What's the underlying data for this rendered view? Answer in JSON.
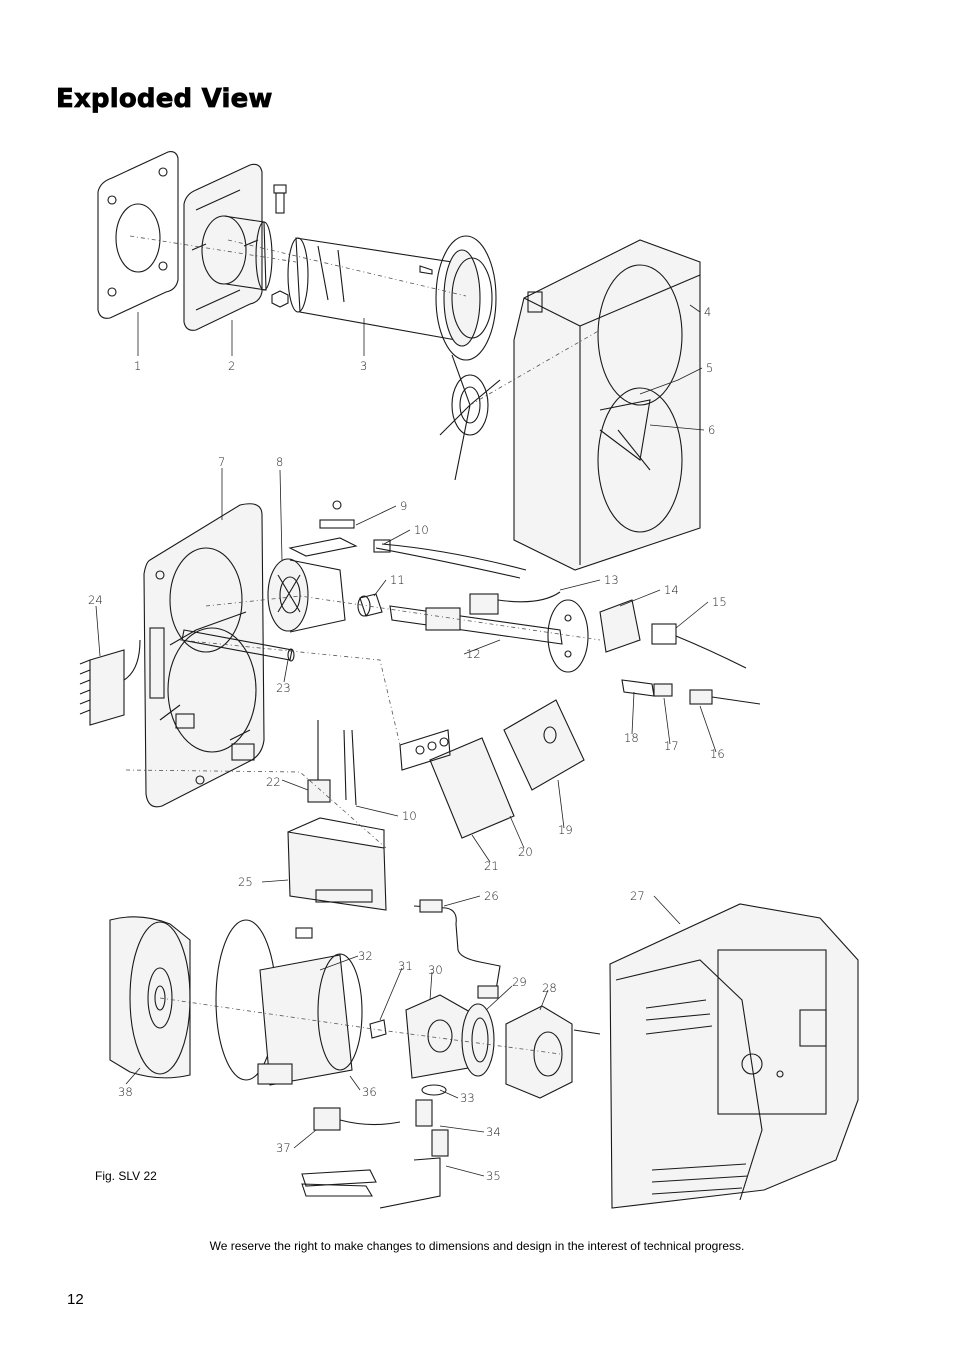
{
  "page": {
    "title": "Exploded View",
    "figure_caption": "Fig. SLV 22",
    "footer_note": "We reserve the right to make changes to dimensions and design in the interest of technical progress.",
    "page_number": "12"
  },
  "diagram": {
    "callouts": [
      {
        "id": "1",
        "label": "1"
      },
      {
        "id": "2",
        "label": "2"
      },
      {
        "id": "3",
        "label": "3"
      },
      {
        "id": "4",
        "label": "4"
      },
      {
        "id": "5",
        "label": "5"
      },
      {
        "id": "6",
        "label": "6"
      },
      {
        "id": "7",
        "label": "7"
      },
      {
        "id": "8",
        "label": "8"
      },
      {
        "id": "9",
        "label": "9"
      },
      {
        "id": "10a",
        "label": "10"
      },
      {
        "id": "10b",
        "label": "10"
      },
      {
        "id": "11",
        "label": "11"
      },
      {
        "id": "12",
        "label": "12"
      },
      {
        "id": "13",
        "label": "13"
      },
      {
        "id": "14",
        "label": "14"
      },
      {
        "id": "15",
        "label": "15"
      },
      {
        "id": "16",
        "label": "16"
      },
      {
        "id": "17",
        "label": "17"
      },
      {
        "id": "18",
        "label": "18"
      },
      {
        "id": "19",
        "label": "19"
      },
      {
        "id": "20",
        "label": "20"
      },
      {
        "id": "21",
        "label": "21"
      },
      {
        "id": "22",
        "label": "22"
      },
      {
        "id": "23",
        "label": "23"
      },
      {
        "id": "24",
        "label": "24"
      },
      {
        "id": "25",
        "label": "25"
      },
      {
        "id": "26",
        "label": "26"
      },
      {
        "id": "27",
        "label": "27"
      },
      {
        "id": "28",
        "label": "28"
      },
      {
        "id": "29",
        "label": "29"
      },
      {
        "id": "30",
        "label": "30"
      },
      {
        "id": "31",
        "label": "31"
      },
      {
        "id": "32",
        "label": "32"
      },
      {
        "id": "33",
        "label": "33"
      },
      {
        "id": "34",
        "label": "34"
      },
      {
        "id": "35",
        "label": "35"
      },
      {
        "id": "36",
        "label": "36"
      },
      {
        "id": "37",
        "label": "37"
      },
      {
        "id": "38",
        "label": "38"
      }
    ]
  }
}
